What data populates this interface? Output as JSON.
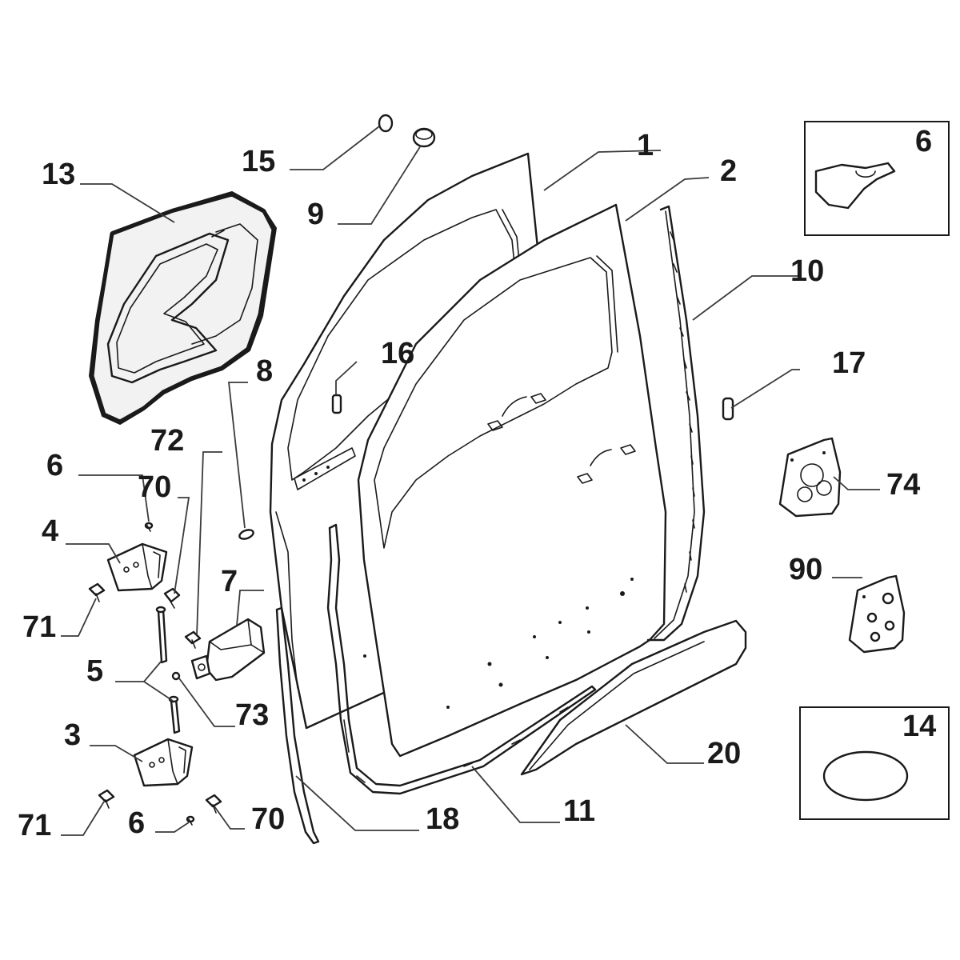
{
  "callouts": {
    "c1": "1",
    "c2": "2",
    "c3": "3",
    "c4": "4",
    "c5": "5",
    "c6_inset": "6",
    "c6_upper": "6",
    "c6_lower": "6",
    "c7": "7",
    "c8": "8",
    "c9": "9",
    "c10": "10",
    "c11": "11",
    "c13": "13",
    "c14": "14",
    "c15": "15",
    "c16": "16",
    "c17": "17",
    "c18": "18",
    "c20": "20",
    "c70_upper": "70",
    "c70_lower": "70",
    "c71_upper": "71",
    "c71_lower": "71",
    "c72": "72",
    "c73": "73",
    "c74": "74",
    "c90": "90"
  }
}
